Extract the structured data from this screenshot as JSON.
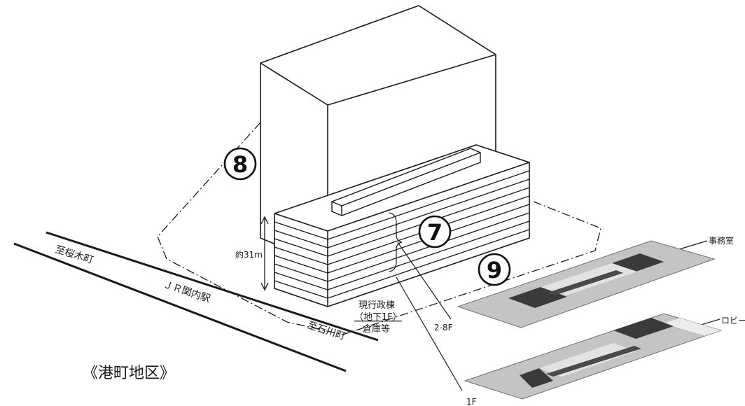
{
  "district_title": "《港町地区》",
  "labels": {
    "to_sakuragicho": "至桜木町",
    "jr_kannai": "ＪＲ関内駅",
    "to_ishikawacho": "至石川町",
    "height": "約31m",
    "current_building_line1": "現行政棟",
    "current_building_line2": "（地下1F）",
    "current_building_line3": "倉庫等",
    "floors_upper": "2-8F",
    "floors_ground": "1F",
    "office": "事務室",
    "lobby": "ロビー"
  },
  "markers": {
    "m7": "7",
    "m8": "8",
    "m9": "9"
  }
}
